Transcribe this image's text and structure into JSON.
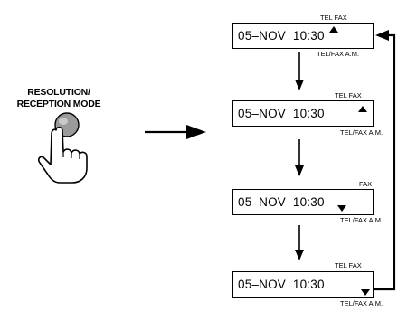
{
  "button": {
    "label_line1": "RESOLUTION/",
    "label_line2": "RECEPTION MODE"
  },
  "displays": [
    {
      "text": "05–NOV  10:30",
      "top_labels": "TEL   FAX",
      "bottom_labels": "TEL/FAX   A.M.",
      "indicator": "up-under-TEL"
    },
    {
      "text": "05–NOV  10:30",
      "top_labels": "TEL   FAX",
      "bottom_labels": "TEL/FAX   A.M.",
      "indicator": "up-under-FAX"
    },
    {
      "text": "05–NOV  10:30",
      "top_labels": "FAX",
      "bottom_labels": "TEL/FAX   A.M.",
      "indicator": "down-over-TEL/FAX"
    },
    {
      "text": "05–NOV  10:30",
      "top_labels": "TEL   FAX",
      "bottom_labels": "TEL/FAX   A.M.",
      "indicator": "down-over-A.M."
    }
  ],
  "icons": {
    "hand": "pointing-hand-icon",
    "main_arrow": "right-arrow-icon",
    "step_arrow": "down-arrow-icon",
    "return_arrow": "loop-back-arrow-icon"
  }
}
